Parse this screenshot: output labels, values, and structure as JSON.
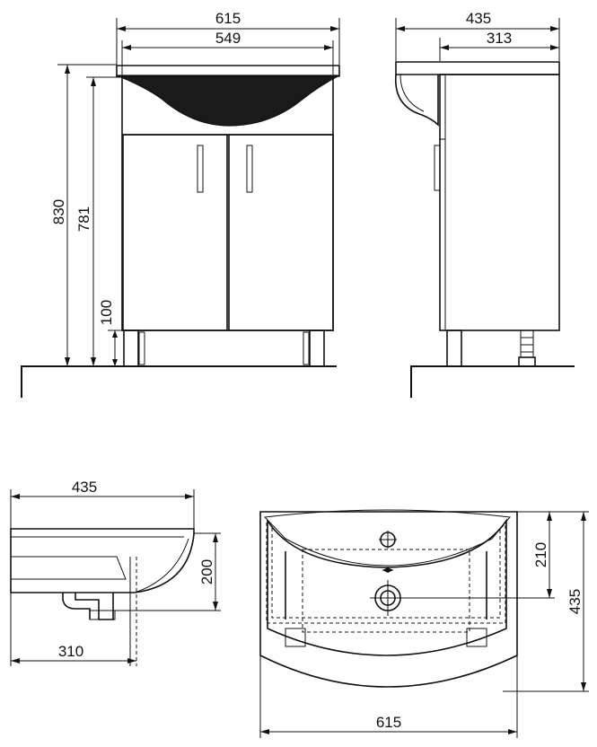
{
  "front_view": {
    "overall_width": "615",
    "cabinet_width": "549",
    "overall_height": "830",
    "cabinet_height": "781",
    "leg_height": "100"
  },
  "side_view": {
    "overall_depth": "435",
    "cabinet_depth": "313"
  },
  "basin_side_view": {
    "depth": "435",
    "height": "200",
    "drain_offset": "310"
  },
  "basin_top_view": {
    "tap_offset": "210",
    "depth": "435",
    "width": "615"
  }
}
